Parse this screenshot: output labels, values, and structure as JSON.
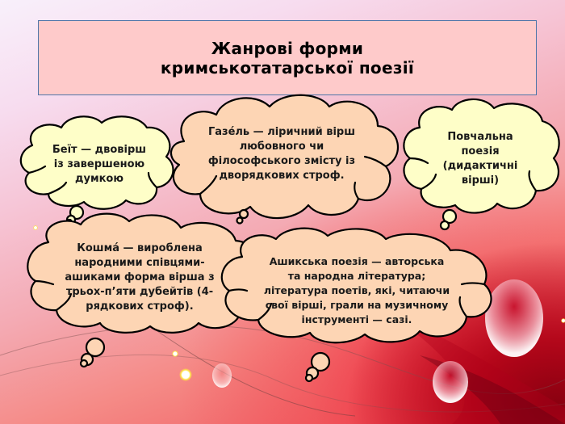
{
  "title": {
    "line1": "Жанрові  форми",
    "line2": "кримськотатарської поезії"
  },
  "clouds": [
    {
      "id": "beit",
      "fill": "#fefec8",
      "lines": [
        "Беїт — двовірш",
        "із завершеною",
        "думкою"
      ]
    },
    {
      "id": "gazel",
      "fill": "#fdd5b4",
      "lines": [
        "Газе́ль — ліричний вірш",
        "любовного чи",
        "філософського змісту  із",
        "дворядкових строф."
      ]
    },
    {
      "id": "povchalna",
      "fill": "#fefec8",
      "lines": [
        "Повчальна",
        "поезія",
        "(дидактичні",
        "вірші)"
      ]
    },
    {
      "id": "koshma",
      "fill": "#fdd5b4",
      "lines": [
        "Кошма́ — вироблена",
        "народними співцями-",
        "ашиками форма вірша з",
        "трьох-п’яти дубейтів (4-",
        "рядкових строф)."
      ]
    },
    {
      "id": "ashyk",
      "fill": "#fdd5b4",
      "lines": [
        "Ашикська поезія — авторська",
        "та народна література;",
        "література поетів, які, читаючи",
        "свої вірші,  грали на музичному",
        "інструменті — сазі."
      ]
    }
  ],
  "colors": {
    "title_fill": "#fecaca",
    "title_border": "#4f75a8",
    "cloud_yellow": "#fefec8",
    "cloud_peach": "#fdd5b4",
    "outline": "#000000"
  }
}
